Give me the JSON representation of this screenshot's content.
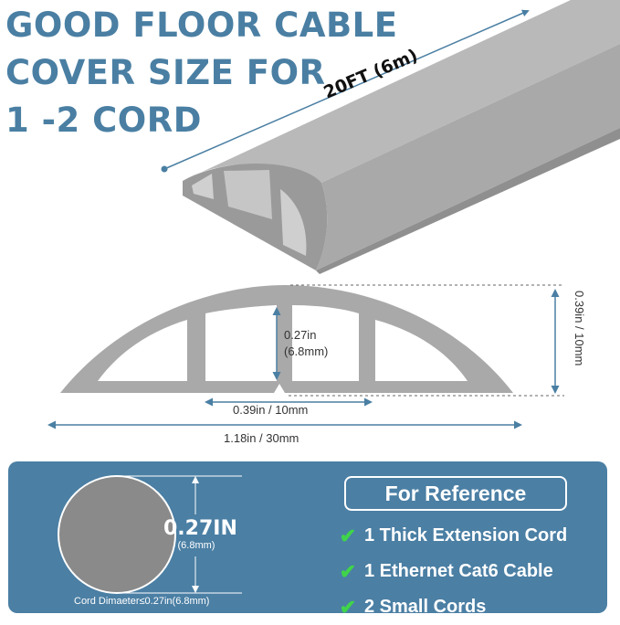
{
  "headline": {
    "line1": "GOOD FLOOR CABLE",
    "line2": "COVER SIZE FOR",
    "line3": "1 -2 CORD"
  },
  "cover_product": {
    "length_label": "20FT (6m)",
    "color": "#a3a3a3"
  },
  "cross_section": {
    "inner_height_in": "0.27in",
    "inner_height_mm": "(6.8mm)",
    "total_height": "0.39in / 10mm",
    "channel_width": "0.39in / 10mm",
    "total_width": "1.18in / 30mm"
  },
  "reference": {
    "title": "For Reference",
    "items": [
      "1 Thick Extension Cord",
      "1 Ethernet Cat6 Cable",
      "2 Small Cords"
    ],
    "cord_size_in": "0.27IN",
    "cord_size_mm": "(6.8mm)",
    "cord_caption": "Cord Dimaeter≤0.27in(6.8mm)",
    "panel_color": "#4b7fa4",
    "check_color": "#3fd44a"
  }
}
